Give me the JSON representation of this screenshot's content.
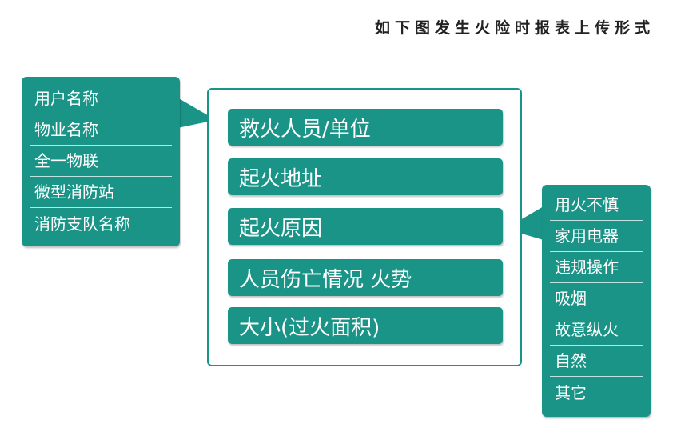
{
  "title": "如下图发生火险时报表上传形式",
  "left_list": [
    "用户名称",
    "物业名称",
    "全一物联",
    "微型消防站",
    "消防支队名称"
  ],
  "center_items": [
    "救火人员/单位",
    "起火地址",
    "起火原因",
    "人员伤亡情况 火势",
    "大小(过火面积)"
  ],
  "right_list": [
    "用火不慎",
    "家用电器",
    "违规操作",
    "吸烟",
    "故意纵火",
    "自然",
    "其它"
  ],
  "colors": {
    "teal": "#1b9488",
    "divider": "#bfe3de"
  }
}
